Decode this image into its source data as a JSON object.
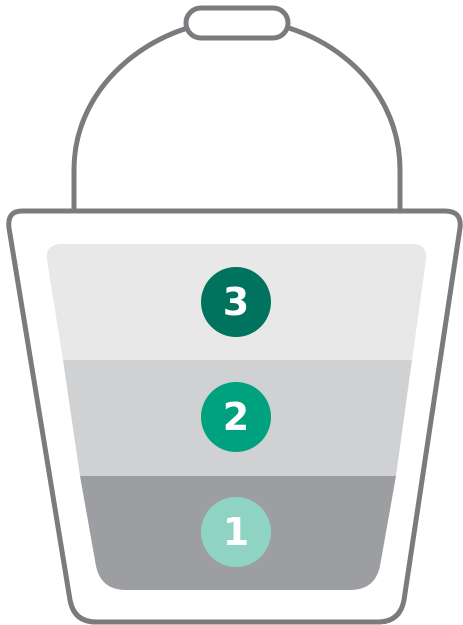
{
  "colors": {
    "outline": "#7b7b7f",
    "bucket_inner": "#ffffff",
    "layer_top": "#e8e8e8",
    "layer_middle": "#d0d1d3",
    "layer_bottom": "#9d9ea1",
    "badge_3": "#00735f",
    "badge_2": "#00a17e",
    "badge_1": "#8fd3c3"
  },
  "layers": [
    {
      "number": "3",
      "fill": "layer_top",
      "badge": "badge_3"
    },
    {
      "number": "2",
      "fill": "layer_middle",
      "badge": "badge_2"
    },
    {
      "number": "1",
      "fill": "layer_bottom",
      "badge": "badge_1"
    }
  ]
}
